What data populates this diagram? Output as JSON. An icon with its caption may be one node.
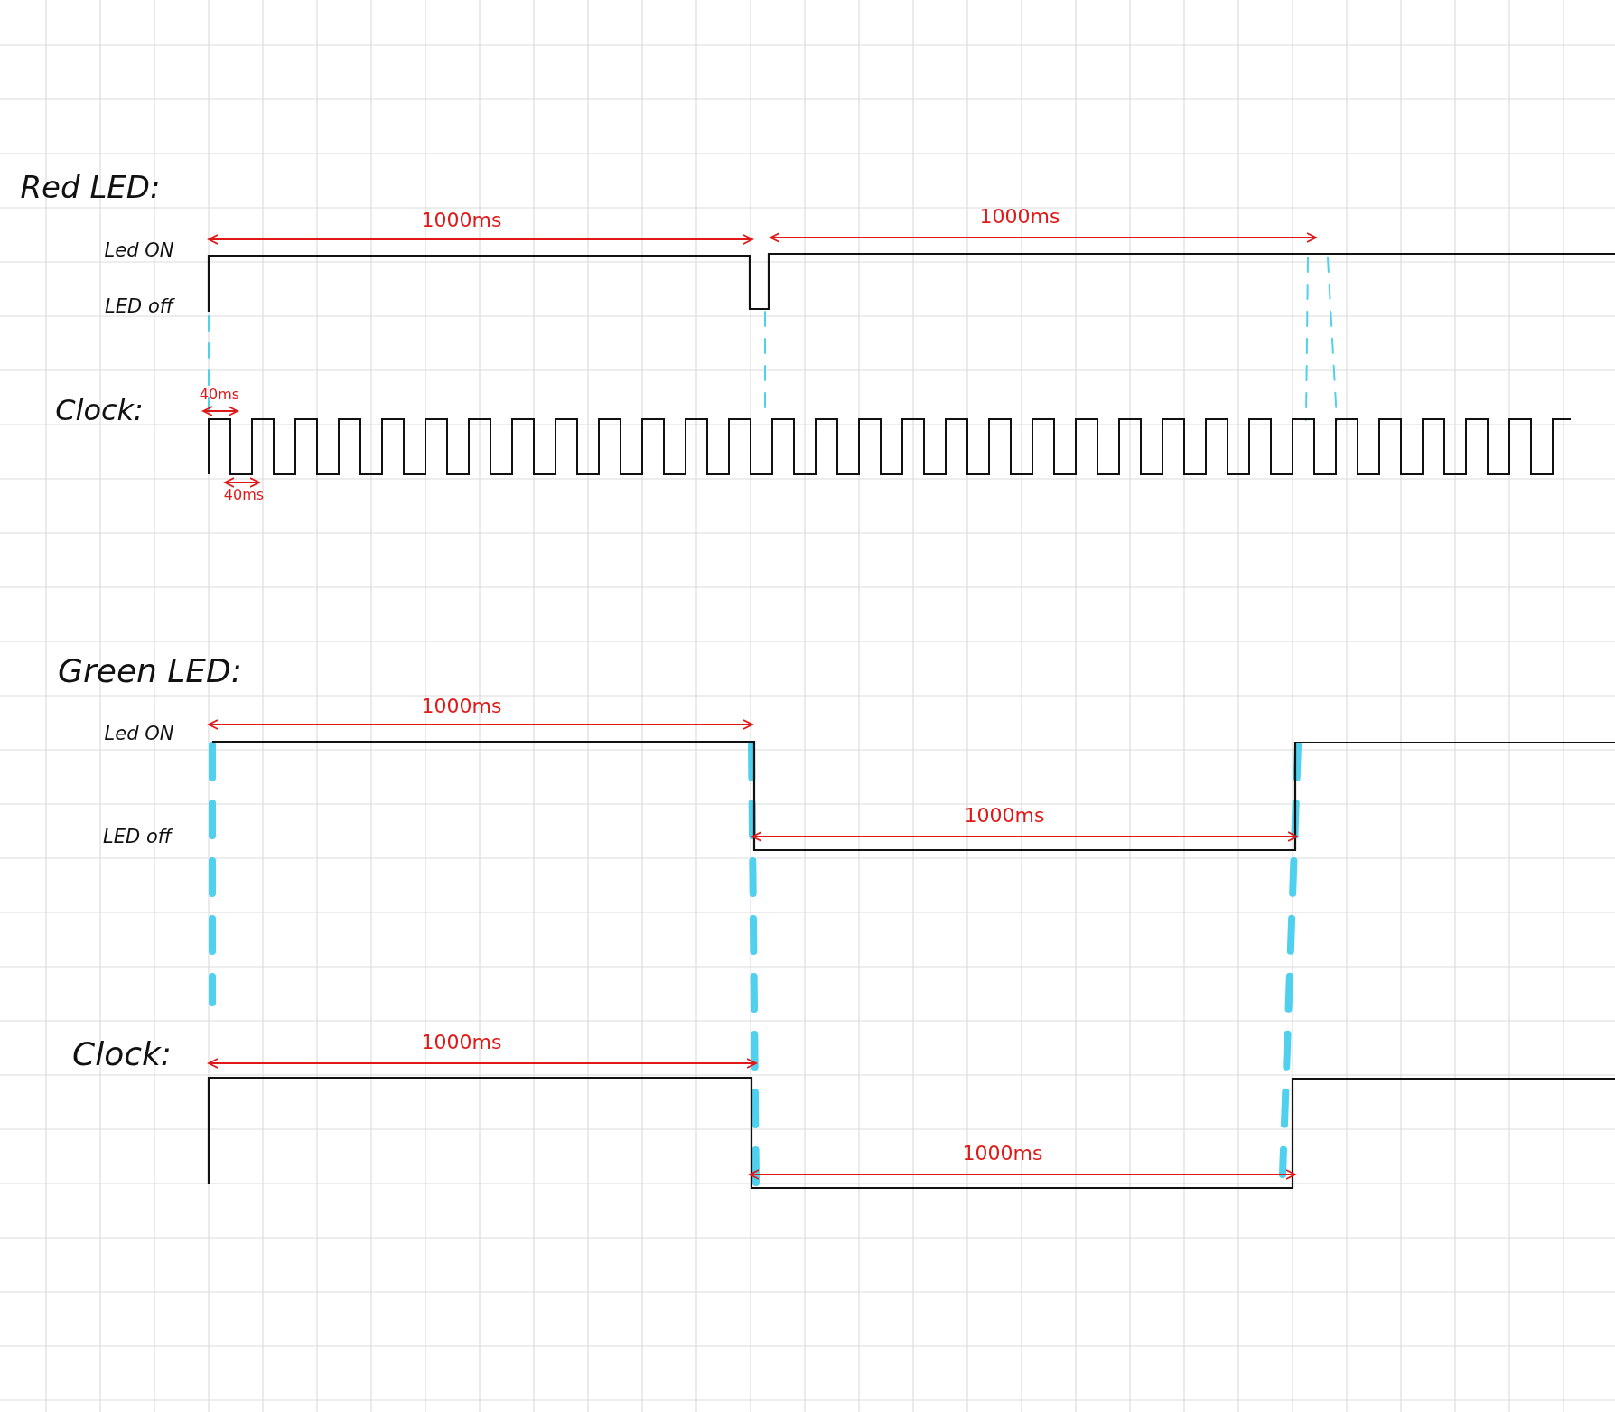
{
  "diagram": {
    "labels": [
      "Red LED:",
      "1000ms",
      "1000ms",
      "Led ON",
      "LED off",
      "40ms",
      "Clock:",
      "40ms",
      "Green LED:",
      "1000ms",
      "Led ON",
      "1000ms",
      "LED off",
      "1000ms",
      "Clock:",
      "1000ms"
    ]
  }
}
